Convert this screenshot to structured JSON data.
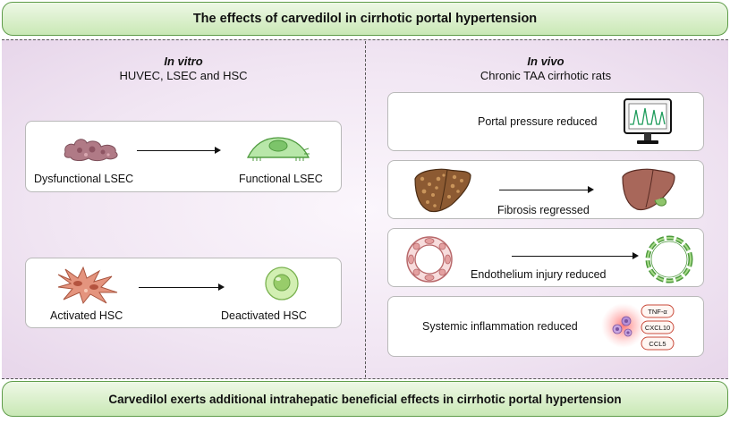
{
  "title": "The effects of carvedilol in cirrhotic portal hypertension",
  "conclusion": "Carvedilol exerts additional intrahepatic beneficial effects in cirrhotic portal hypertension",
  "in_vitro": {
    "heading": "In vitro",
    "subheading": "HUVEC, LSEC and HSC",
    "panels": [
      {
        "from": "Dysfunctional LSEC",
        "to": "Functional LSEC"
      },
      {
        "from": "Activated HSC",
        "to": "Deactivated HSC"
      }
    ]
  },
  "in_vivo": {
    "heading": "In vivo",
    "subheading": "Chronic TAA cirrhotic rats",
    "panels": [
      {
        "label": "Portal pressure reduced"
      },
      {
        "label": "Fibrosis regressed"
      },
      {
        "label": "Endothelium injury reduced"
      },
      {
        "label": "Systemic inflammation reduced"
      }
    ],
    "cytokines": [
      "TNF-α",
      "CXCL10",
      "CCL5"
    ]
  },
  "colors": {
    "banner_border": "#5f9c4a",
    "banner_fill": "#c9e8b5",
    "panel_background": "#f1e6f3",
    "lsec_dysfunctional": "#b07a86",
    "lsec_functional": "#7cc46a",
    "hsc_activated": "#d9806a",
    "hsc_deactivated": "#b4de8c",
    "liver_fibrotic": "#8c5a32",
    "liver_healthy": "#a8675a",
    "inflammation": "#ff6b6b"
  },
  "icons": [
    "monitor-icon",
    "fibrotic-liver-icon",
    "healthy-liver-icon",
    "injured-vessel-icon",
    "healthy-vessel-icon",
    "immune-cells-icon"
  ]
}
